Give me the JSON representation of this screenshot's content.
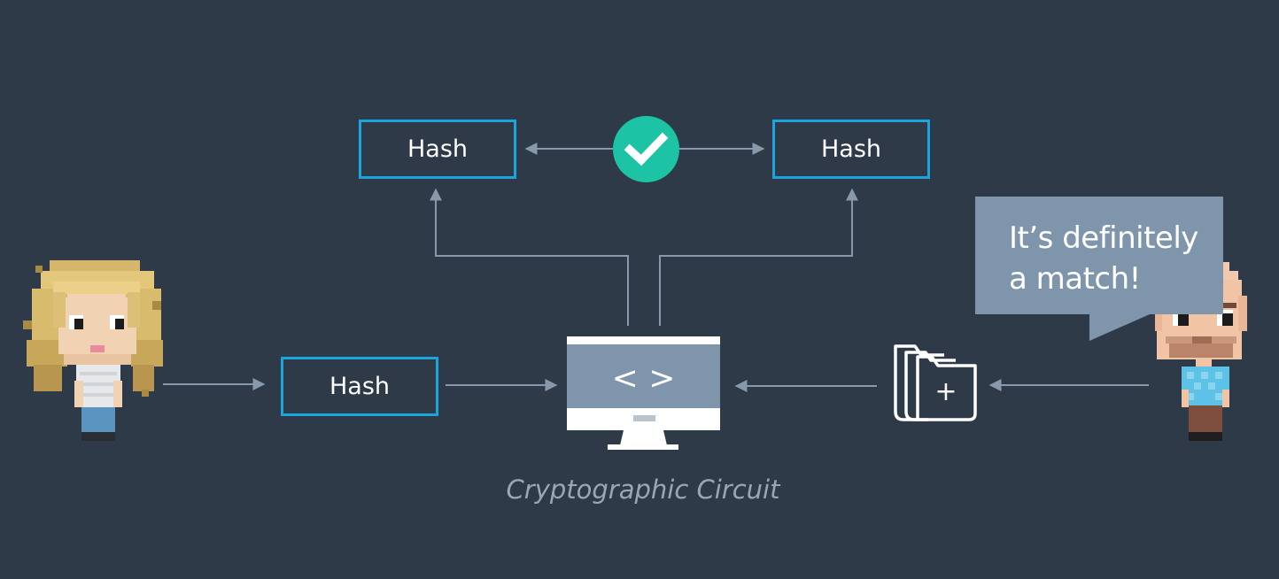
{
  "diagram": {
    "hash_top_left": "Hash",
    "hash_top_right": "Hash",
    "hash_bottom": "Hash",
    "speech_bubble": {
      "line1": "It’s definitely",
      "line2": "a match!"
    },
    "caption": "Cryptographic Circuit",
    "code_glyph": "< >",
    "add_glyph": "+"
  },
  "colors": {
    "background": "#2e3a48",
    "hash_border": "#1aa5dd",
    "connector": "#8799ab",
    "check_badge": "#1cc3a5",
    "speech_bubble": "#7f95ab",
    "monitor_screen": "#7f95ab",
    "caption_text": "#9aa6b3"
  },
  "icons": {
    "check": "check-icon",
    "computer": "computer-monitor-icon",
    "folder": "add-folder-icon",
    "person_left": "woman-avatar-icon",
    "person_right": "man-avatar-icon"
  }
}
